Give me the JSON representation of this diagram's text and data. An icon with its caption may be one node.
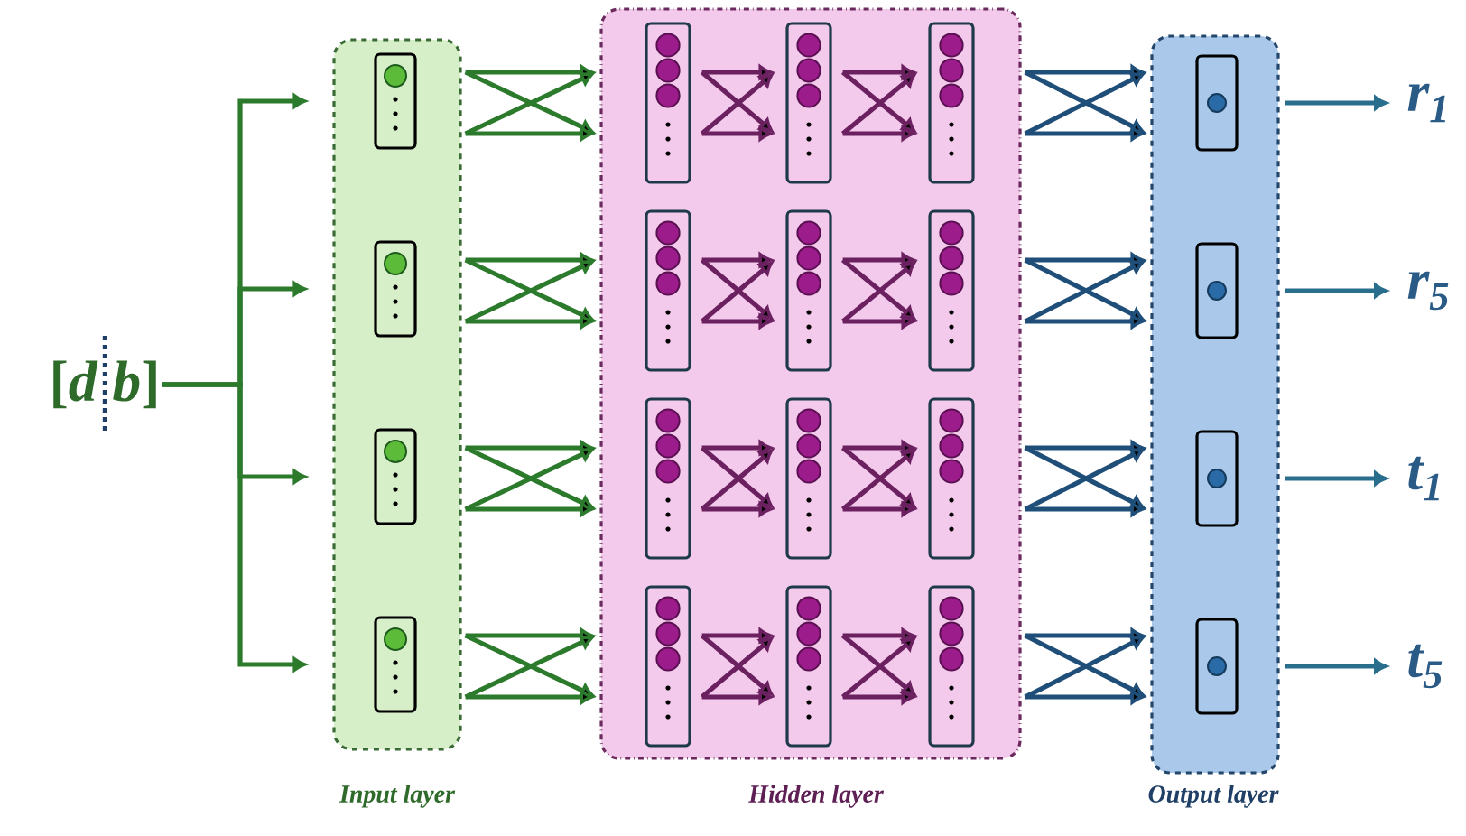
{
  "diagram": {
    "nodes": [
      {
        "text": [
          "[*d* *b*]"
        ]
      },
      {
        "text": [
          "Input layer"
        ]
      },
      {
        "text": [],
        "shape": "box",
        "in": 1
      },
      {
        "text": [],
        "shape": "box",
        "in": 1
      },
      {
        "text": [],
        "shape": "box",
        "in": 1
      },
      {
        "text": [],
        "shape": "box",
        "in": 1
      },
      {
        "text": [
          "Hidden layer"
        ]
      },
      {
        "text": [],
        "shape": "box",
        "in": 6
      },
      {
        "text": [],
        "shape": "box",
        "in": 6
      },
      {
        "text": [],
        "shape": "box",
        "in": 6
      },
      {
        "text": [],
        "shape": "box",
        "in": 6
      },
      {
        "text": [],
        "shape": "box",
        "in": 6
      },
      {
        "text": [],
        "shape": "box",
        "in": 6
      },
      {
        "text": [],
        "shape": "box",
        "in": 6
      },
      {
        "text": [],
        "shape": "box",
        "in": 6
      },
      {
        "text": [],
        "shape": "box",
        "in": 6
      },
      {
        "text": [],
        "shape": "box",
        "in": 6
      },
      {
        "text": [],
        "shape": "box",
        "in": 6
      },
      {
        "text": [],
        "shape": "box",
        "in": 6
      },
      {
        "text": [
          "Output layer"
        ]
      },
      {
        "text": [],
        "shape": "box",
        "in": 19
      },
      {
        "text": [],
        "shape": "box",
        "in": 19
      },
      {
        "text": [],
        "shape": "box",
        "in": 19
      },
      {
        "text": [],
        "shape": "box",
        "in": 19
      },
      {
        "text": [
          "r$_{1}$"
        ]
      },
      {
        "text": [
          "r$_{5}$"
        ]
      },
      {
        "text": [
          "t$_{1}$"
        ]
      },
      {
        "text": [
          "t$_{5}$"
        ]
      }
    ],
    "edges": [
      {
        "from": 0,
        "to": 2,
        "arrow": "to",
        "color": "#2c7a2c"
      },
      {
        "from": 0,
        "to": 3,
        "arrow": "to",
        "color": "#2c7a2c"
      },
      {
        "from": 0,
        "to": 4,
        "arrow": "to",
        "color": "#2c7a2c"
      },
      {
        "from": 0,
        "to": 5,
        "arrow": "to",
        "color": "#2c7a2c"
      },
      {
        "from": 1,
        "to": 6,
        "arrow": "to",
        "color": "#2c7a2c"
      },
      {
        "from": 1,
        "to": 6,
        "arrow": "to",
        "color": "#2c7a2c"
      },
      {
        "from": 1,
        "to": 6,
        "arrow": "to",
        "color": "#2c7a2c"
      },
      {
        "from": 1,
        "to": 6,
        "arrow": "to",
        "color": "#2c7a2c"
      },
      {
        "from": 7,
        "to": 8,
        "arrow": "to",
        "color": "#6b2160"
      },
      {
        "from": 8,
        "to": 9,
        "arrow": "to",
        "color": "#6b2160"
      },
      {
        "from": 10,
        "to": 11,
        "arrow": "to",
        "color": "#6b2160"
      },
      {
        "from": 11,
        "to": 12,
        "arrow": "to",
        "color": "#6b2160"
      },
      {
        "from": 13,
        "to": 14,
        "arrow": "to",
        "color": "#6b2160"
      },
      {
        "from": 14,
        "to": 15,
        "arrow": "to",
        "color": "#6b2160"
      },
      {
        "from": 16,
        "to": 17,
        "arrow": "to",
        "color": "#6b2160"
      },
      {
        "from": 17,
        "to": 18,
        "arrow": "to",
        "color": "#6b2160"
      },
      {
        "from": 6,
        "to": 19,
        "arrow": "to",
        "color": "#1f4e79"
      },
      {
        "from": 6,
        "to": 19,
        "arrow": "to",
        "color": "#1f4e79"
      },
      {
        "from": 6,
        "to": 19,
        "arrow": "to",
        "color": "#1f4e79"
      },
      {
        "from": 6,
        "to": 19,
        "arrow": "to",
        "color": "#1f4e79"
      },
      {
        "from": 20,
        "to": 24,
        "arrow": "to",
        "color": "#2a6e8e"
      },
      {
        "from": 21,
        "to": 25,
        "arrow": "to",
        "color": "#2a6e8e"
      },
      {
        "from": 22,
        "to": 26,
        "arrow": "to",
        "color": "#2a6e8e"
      },
      {
        "from": 23,
        "to": 27,
        "arrow": "to",
        "color": "#2a6e8e"
      }
    ]
  }
}
